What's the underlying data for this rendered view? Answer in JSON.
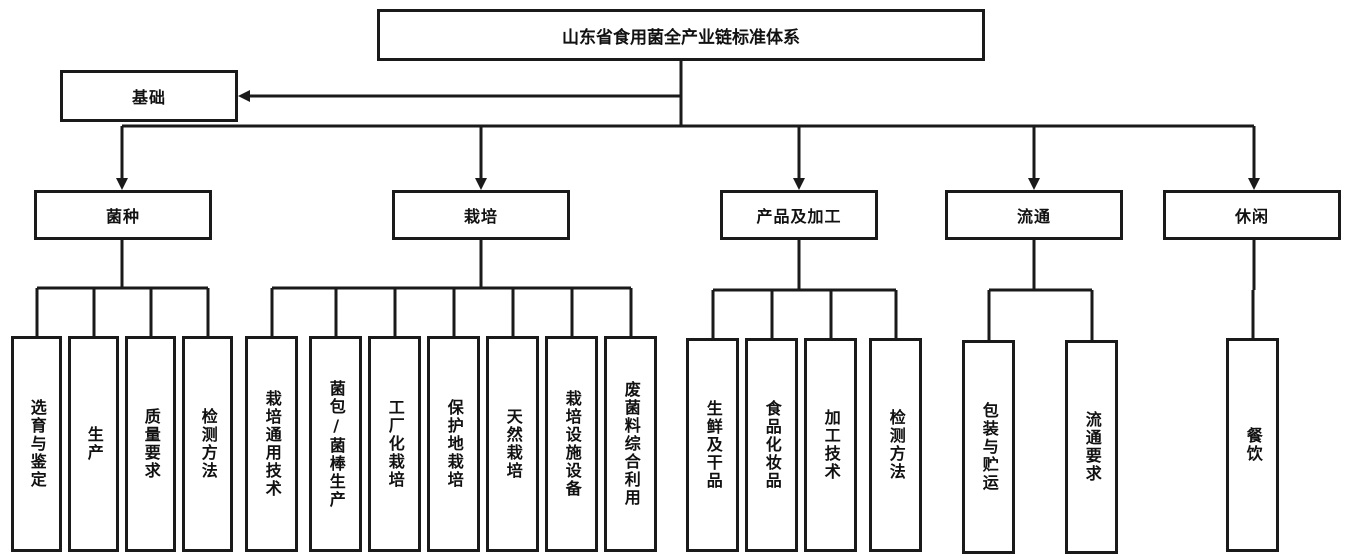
{
  "root": "山东省食用菌全产业链标准体系",
  "base": "基础",
  "categories": [
    {
      "label": "菌种",
      "children": [
        "选育与鉴定",
        "生产",
        "质量要求",
        "检测方法"
      ]
    },
    {
      "label": "栽培",
      "children": [
        "栽培通用技术",
        "菌包/菌棒生产",
        "工厂化栽培",
        "保护地栽培",
        "天然栽培",
        "栽培设施设备",
        "废菌料综合利用"
      ]
    },
    {
      "label": "产品及加工",
      "children": [
        "生鲜及干品",
        "食品化妆品",
        "加工技术",
        "检测方法"
      ]
    },
    {
      "label": "流通",
      "children": [
        "包装与贮运",
        "流通要求"
      ]
    },
    {
      "label": "休闲",
      "children": [
        "餐饮"
      ]
    }
  ]
}
